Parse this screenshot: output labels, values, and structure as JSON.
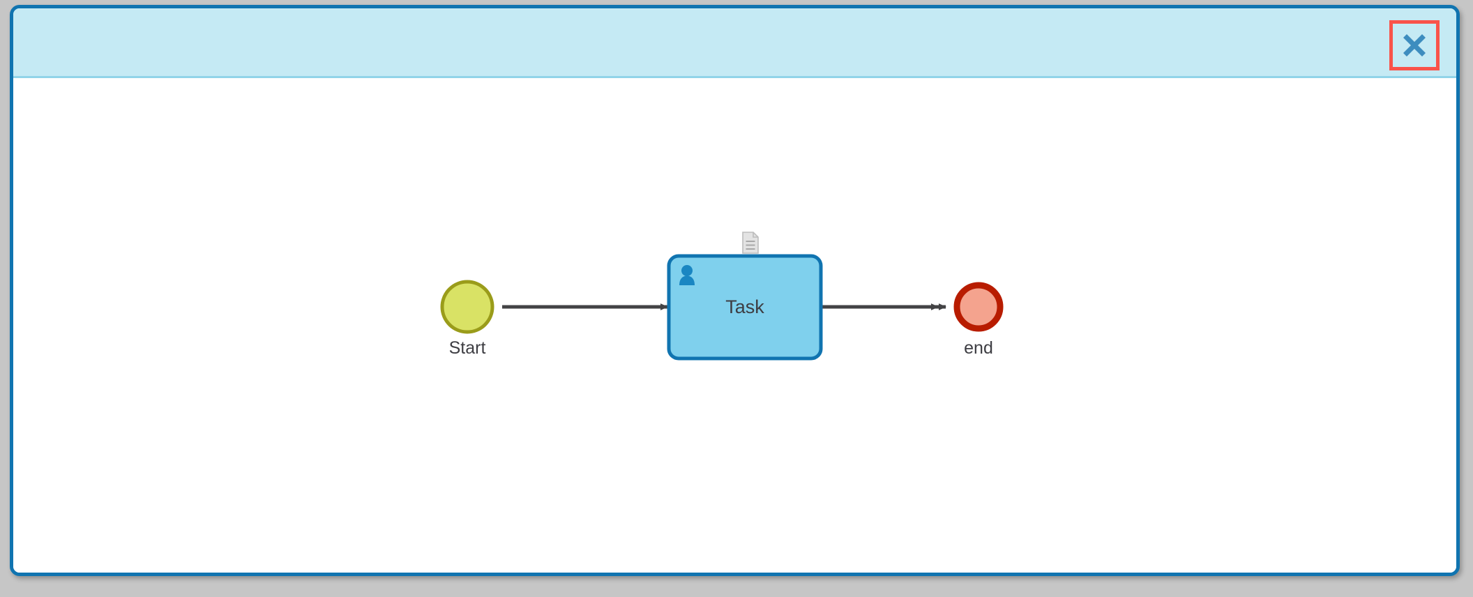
{
  "window": {
    "title": "",
    "border_color": "#1074b0",
    "titlebar_color": "#c5eaf4",
    "canvas_color": "#ffffff",
    "page_background": "#c6c6c6"
  },
  "titlebar": {
    "close_glyph": "✕",
    "close_label": "Close",
    "close_icon_color": "#3d8dbf",
    "highlight_color": "#f9534a"
  },
  "diagram": {
    "type": "bpmn",
    "nodes": [
      {
        "id": "start-event",
        "kind": "start-event",
        "label": "Start",
        "fill": "#d9e265",
        "stroke": "#9a9c1a"
      },
      {
        "id": "user-task",
        "kind": "user-task",
        "label": "Task",
        "fill": "#7fd0ed",
        "stroke": "#1074b0",
        "marker": "user-icon",
        "marker_color": "#1a86c2",
        "annotation": "document-icon",
        "annotation_color": "#d2d2d2"
      },
      {
        "id": "end-event",
        "kind": "end-event",
        "label": "end",
        "fill": "#f4a38e",
        "stroke": "#b81c00"
      }
    ],
    "flows": [
      {
        "id": "flow-start-task",
        "from": "start-event",
        "to": "user-task",
        "color": "#434345",
        "arrowheads": 1
      },
      {
        "id": "flow-task-end",
        "from": "user-task",
        "to": "end-event",
        "color": "#434345",
        "arrowheads": 2
      }
    ]
  }
}
